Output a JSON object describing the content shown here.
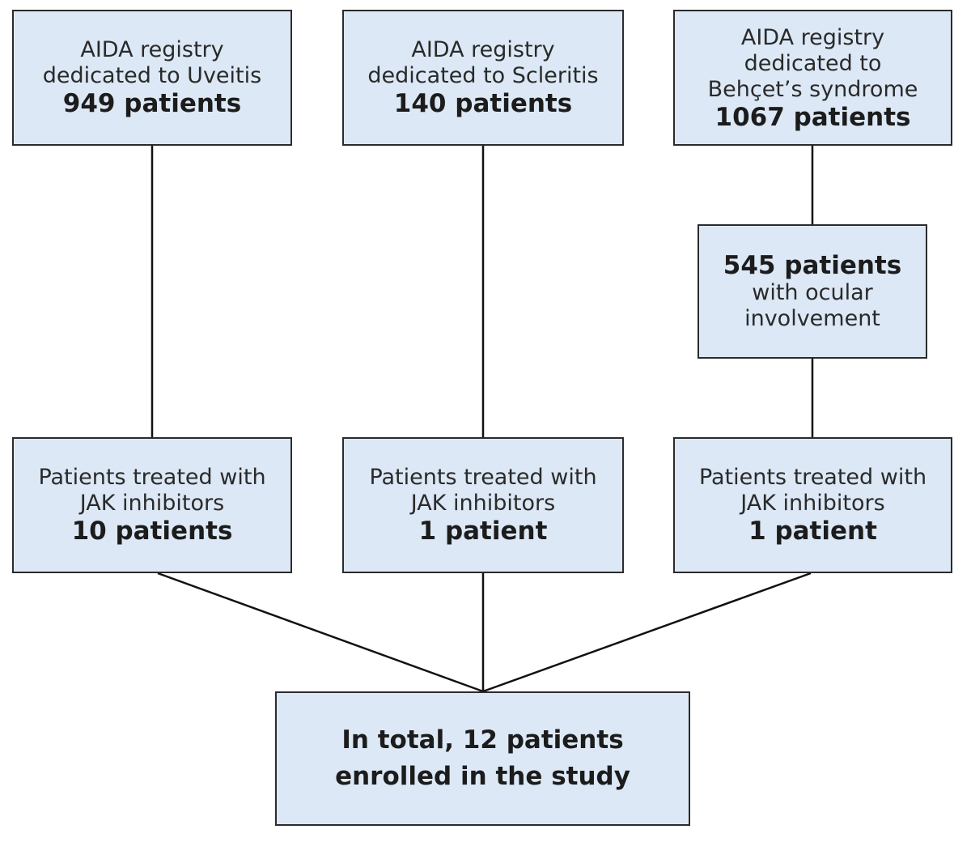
{
  "flowchart": {
    "registries": [
      {
        "line1": "AIDA registry",
        "line2": "dedicated to Uveitis",
        "count": "949 patients"
      },
      {
        "line1": "AIDA registry",
        "line2": "dedicated to Scleritis",
        "count": "140 patients"
      },
      {
        "line1": "AIDA registry",
        "line2": "dedicated to",
        "line3": "Behçet’s syndrome",
        "count": "1067 patients"
      }
    ],
    "ocular": {
      "count": "545 patients",
      "line1": "with ocular",
      "line2": "involvement"
    },
    "jak": [
      {
        "line1": "Patients treated with",
        "line2": "JAK inhibitors",
        "count": "10 patients"
      },
      {
        "line1": "Patients treated with",
        "line2": "JAK inhibitors",
        "count": "1 patient"
      },
      {
        "line1": "Patients treated with",
        "line2": "JAK inhibitors",
        "count": "1 patient"
      }
    ],
    "total": {
      "line1": "In total, 12 patients",
      "line2": "enrolled in the study"
    }
  }
}
